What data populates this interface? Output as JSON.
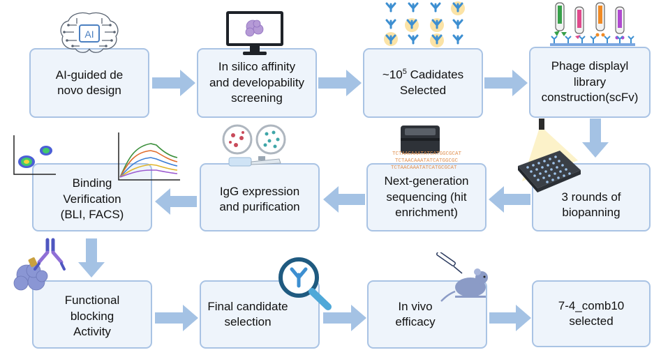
{
  "steps": {
    "ai_design": [
      "AI-guided de",
      "novo design"
    ],
    "silico": [
      "In silico affinity",
      "and developability",
      "screening"
    ],
    "candidates": {
      "prefix": "~10",
      "exponent": "5",
      "suffix": " Cadidates",
      "line2": "Selected"
    },
    "phage": [
      "Phage displayl",
      "library",
      "construction(scFv)"
    ],
    "biopanning": [
      "3 rounds of",
      "biopanning"
    ],
    "ngs": [
      "Next-generation",
      "sequencing (hit",
      "enrichment)"
    ],
    "igg": [
      "IgG expression",
      "and purification"
    ],
    "binding": [
      "Binding",
      "Verification",
      "(BLI, FACS)"
    ],
    "functional": [
      "Functional",
      "blocking",
      "Activity"
    ],
    "final": [
      "Final candidate",
      "selection"
    ],
    "invivo": [
      "In vivo",
      "efficacy"
    ],
    "selected": [
      "7-4_comb10",
      "selected"
    ]
  },
  "icons": {
    "ai_label": "AI",
    "dna_text": [
      "TCTAACAAATATCATGGCGCAT",
      "TCTAACAAATATCATGGCGC",
      "TCTAACAAATATCATGCGCAT"
    ]
  },
  "colors": {
    "box_fill": "#eef4fb",
    "box_border": "#a9c3e4",
    "arrow": "#a4c2e4"
  }
}
